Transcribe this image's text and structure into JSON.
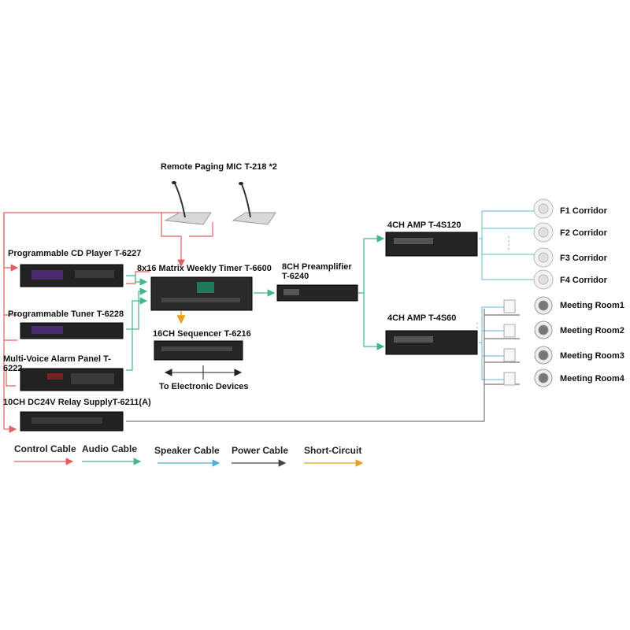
{
  "colors": {
    "control": "#e06060",
    "audio": "#3fb98a",
    "speaker": "#4ab3d8",
    "power": "#444444",
    "short": "#e8a020"
  },
  "labels": {
    "remote_mic": "Remote Paging MIC T-218 *2",
    "cd_player": "Programmable CD Player T-6227",
    "matrix": "8x16 Matrix Weekly Timer T-6600",
    "preamp_1": "8CH Preamplifier",
    "preamp_2": "T-6240",
    "amp_120": "4CH AMP T-4S120",
    "amp_60": "4CH AMP T-4S60",
    "tuner": "Programmable Tuner T-6228",
    "sequencer": "16CH Sequencer T-6216",
    "alarm_1": "Multi-Voice Alarm Panel T-",
    "alarm_2": "6222",
    "to_devices": "To Electronic Devices",
    "relay": "10CH DC24V Relay SupplyT-6211(A)"
  },
  "zones": [
    "F1 Corridor",
    "F2 Corridor",
    "F3 Corridor",
    "F4 Corridor",
    "Meeting Room1",
    "Meeting Room2",
    "Meeting Room3",
    "Meeting Room4"
  ],
  "legend": [
    {
      "label": "Control Cable",
      "color_key": "control"
    },
    {
      "label": "Audio Cable",
      "color_key": "audio"
    },
    {
      "label": "Speaker Cable",
      "color_key": "speaker"
    },
    {
      "label": "Power Cable",
      "color_key": "power"
    },
    {
      "label": "Short-Circuit",
      "color_key": "short"
    }
  ]
}
